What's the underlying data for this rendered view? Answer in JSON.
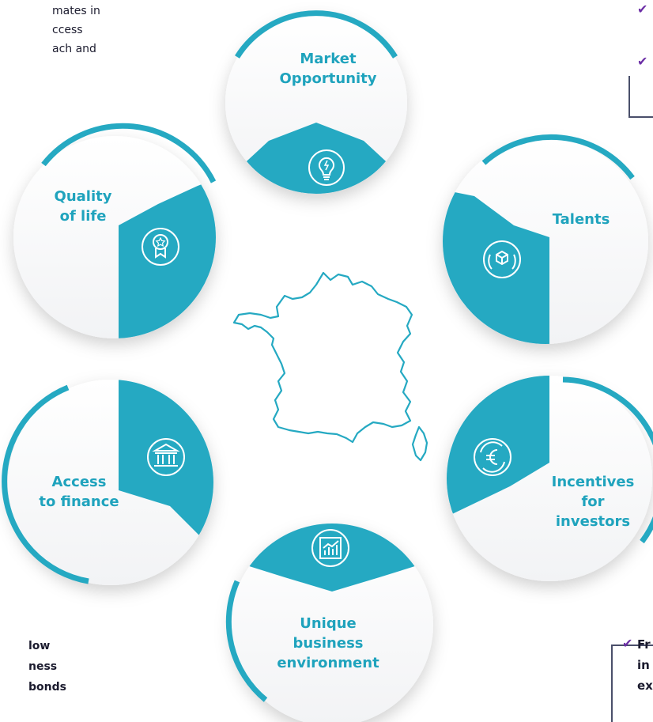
{
  "colors": {
    "teal": "#25a9c2",
    "teal_dark": "#1a8ea6",
    "label": "#1fa3bd",
    "check": "#6c2fa6",
    "frame": "#4a4f6a"
  },
  "left_snippet": {
    "lines": [
      "mates in",
      "ccess",
      "ach and"
    ]
  },
  "bottom_left_snippet": {
    "lines": [
      "low",
      "ness",
      "bonds"
    ]
  },
  "right_top_snippet": {
    "checks": [
      "✔",
      "✔"
    ]
  },
  "bottom_right_snippet": {
    "check": "✔",
    "lines": [
      "Fr",
      "in",
      "ex"
    ]
  },
  "center": {
    "map_icon": "france-map-outline"
  },
  "pillars": [
    {
      "id": "market",
      "label_lines": [
        "Market",
        "Opportunity"
      ],
      "icon": "lightbulb-icon"
    },
    {
      "id": "talents",
      "label_lines": [
        "Talents"
      ],
      "icon": "hands-cube-icon"
    },
    {
      "id": "incentives",
      "label_lines": [
        "Incentives",
        "for",
        "investors"
      ],
      "icon": "euro-cycle-icon"
    },
    {
      "id": "business",
      "label_lines": [
        "Unique",
        "business",
        "environment"
      ],
      "icon": "growth-chart-icon"
    },
    {
      "id": "finance",
      "label_lines": [
        "Access",
        "to finance"
      ],
      "icon": "bank-icon"
    },
    {
      "id": "quality",
      "label_lines": [
        "Quality",
        "of life"
      ],
      "icon": "award-badge-icon"
    }
  ]
}
